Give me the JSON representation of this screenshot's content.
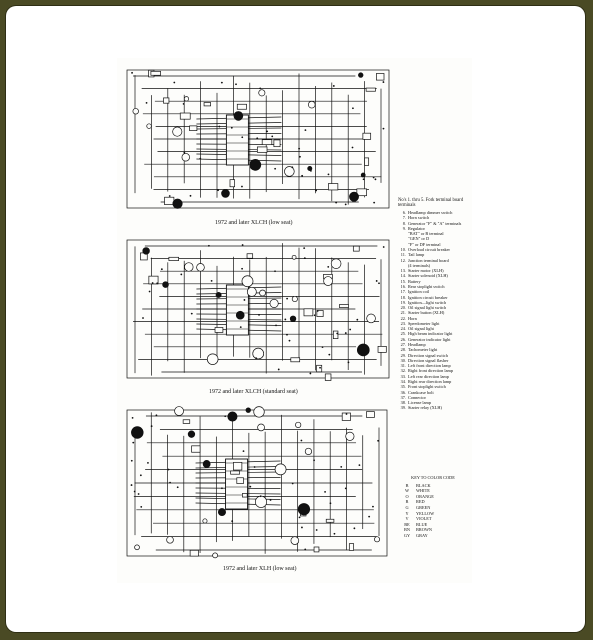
{
  "diagrams": [
    {
      "caption": "1972 and later XLCH (low seat)"
    },
    {
      "caption": "1972 and later XLCH (standard seat)"
    },
    {
      "caption": "1972 and later XLH (low seat)"
    }
  ],
  "legend": {
    "note": "No's 1. thru 5. Fork terminal board terminals",
    "items": [
      {
        "num": "6.",
        "label": "Headlamp dimmer switch"
      },
      {
        "num": "7.",
        "label": "Horn switch"
      },
      {
        "num": "8.",
        "label": "Generator \"F\" & \"A\" terminals"
      },
      {
        "num": "9.",
        "label": "Regulator"
      },
      {
        "num": "",
        "label": "\"BAT\" or B terminal"
      },
      {
        "num": "",
        "label": "\"GEN\" or D"
      },
      {
        "num": "",
        "label": "\"F\" or DF terminal"
      },
      {
        "num": "10.",
        "label": "Overload circuit breaker"
      },
      {
        "num": "11.",
        "label": "Tail lamp"
      },
      {
        "num": "12.",
        "label": "Junction terminal board"
      },
      {
        "num": "",
        "label": "(4 terminals)"
      },
      {
        "num": "13.",
        "label": "Starter motor (XLH)"
      },
      {
        "num": "14.",
        "label": "Starter solenoid (XLH)"
      },
      {
        "num": "15.",
        "label": "Battery"
      },
      {
        "num": "16.",
        "label": "Rear stoplight switch"
      },
      {
        "num": "17.",
        "label": "Ignition coil"
      },
      {
        "num": "18.",
        "label": "Ignition circuit breaker"
      },
      {
        "num": "19.",
        "label": "Ignition—light switch"
      },
      {
        "num": "20.",
        "label": "Oil signal light switch"
      },
      {
        "num": "21.",
        "label": "Starter button (XLH)"
      },
      {
        "num": "22.",
        "label": "Horn"
      },
      {
        "num": "23.",
        "label": "Speedometer light"
      },
      {
        "num": "24.",
        "label": "Oil signal light"
      },
      {
        "num": "25.",
        "label": "High beam indicator light"
      },
      {
        "num": "26.",
        "label": "Generator indicator light"
      },
      {
        "num": "27.",
        "label": "Headlamp"
      },
      {
        "num": "28.",
        "label": "Tachometer light"
      },
      {
        "num": "29.",
        "label": "Direction signal switch"
      },
      {
        "num": "30.",
        "label": "Direction signal flasher"
      },
      {
        "num": "31.",
        "label": "Left front direction lamp"
      },
      {
        "num": "32.",
        "label": "Right front direction lamp"
      },
      {
        "num": "33.",
        "label": "Left rear direction lamp"
      },
      {
        "num": "34.",
        "label": "Right rear direction lamp"
      },
      {
        "num": "35.",
        "label": "Front stoplight switch"
      },
      {
        "num": "36.",
        "label": "Crankcase bolt"
      },
      {
        "num": "37.",
        "label": "Connector"
      },
      {
        "num": "38.",
        "label": "License lamp"
      },
      {
        "num": "39.",
        "label": "Starter relay (XLH)"
      }
    ]
  },
  "color_key": {
    "title": "KEY TO COLOR CODE",
    "items": [
      {
        "code": "B",
        "color": "BLACK"
      },
      {
        "code": "W",
        "color": "WHITE"
      },
      {
        "code": "O",
        "color": "ORANGE"
      },
      {
        "code": "R",
        "color": "RED"
      },
      {
        "code": "G",
        "color": "GREEN"
      },
      {
        "code": "Y",
        "color": "YELLOW"
      },
      {
        "code": "V",
        "color": "VIOLET"
      },
      {
        "code": "BE",
        "color": "BLUE"
      },
      {
        "code": "BN",
        "color": "BROWN"
      },
      {
        "code": "GY",
        "color": "GRAY"
      }
    ]
  },
  "colors": {
    "background": "#4a4a24",
    "frame": "#ffffff",
    "ink": "#111111"
  }
}
